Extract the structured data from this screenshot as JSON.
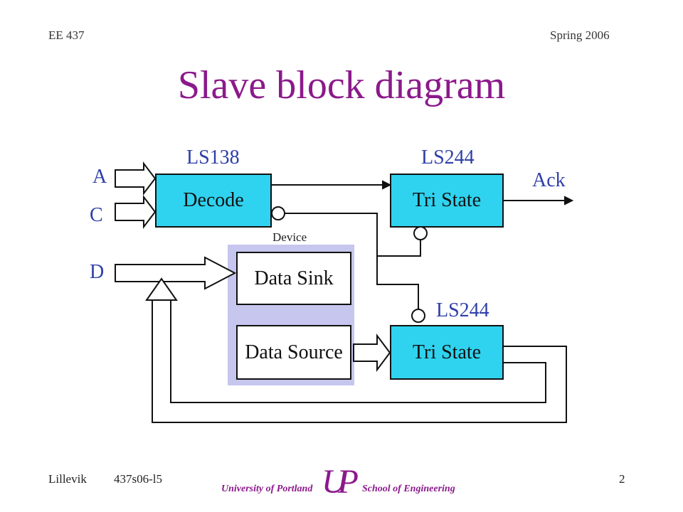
{
  "header": {
    "course": "EE 437",
    "term": "Spring 2006"
  },
  "title": "Slave block diagram",
  "chips": {
    "decoder": "LS138",
    "ack_buffer": "LS244",
    "data_buffer": "LS244"
  },
  "signals": {
    "a": "A",
    "c": "C",
    "d": "D",
    "ack": "Ack"
  },
  "blocks": {
    "decode": "Decode",
    "tristate_top": "Tri State",
    "tristate_bottom": "Tri State",
    "data_sink": "Data Sink",
    "data_source": "Data Source"
  },
  "device_label": "Device",
  "footer": {
    "author": "Lillevik",
    "file": "437s06-l5",
    "page": "2",
    "logo_letters": "UP",
    "logo_left": "University of Portland",
    "logo_right": "School of Engineering"
  },
  "colors": {
    "title": "#8b1a8b",
    "label": "#2f3fa8",
    "block_fill": "#2fd3ef",
    "device_fill": "#c6c6ef"
  }
}
